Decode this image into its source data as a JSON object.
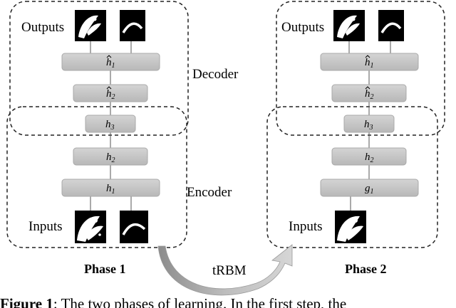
{
  "labels": {
    "outputs": "Outputs",
    "inputs": "Inputs",
    "decoder": "Decoder",
    "encoder": "Encoder",
    "phase1": "Phase 1",
    "phase2": "Phase 2",
    "transfer": "tRBM"
  },
  "phase1": {
    "layers": [
      "h",
      "h",
      "h",
      "h",
      "h"
    ],
    "subscripts": [
      "1",
      "2",
      "3",
      "2",
      "1"
    ],
    "hats": [
      true,
      true,
      false,
      false,
      false
    ]
  },
  "phase2": {
    "layers": [
      "h",
      "h",
      "h",
      "h",
      "g"
    ],
    "subscripts": [
      "1",
      "2",
      "3",
      "2",
      "1"
    ],
    "hats": [
      true,
      true,
      false,
      false,
      false
    ]
  },
  "caption": {
    "bold": "Figure 1",
    "text": ": The two phases of learning. In the first step, the"
  },
  "colors": {
    "layer_top": "#d4d4d4",
    "layer_bottom": "#b8b8b8",
    "arrow_light": "#d6d6d6",
    "arrow_dark": "#8c8c8c"
  }
}
